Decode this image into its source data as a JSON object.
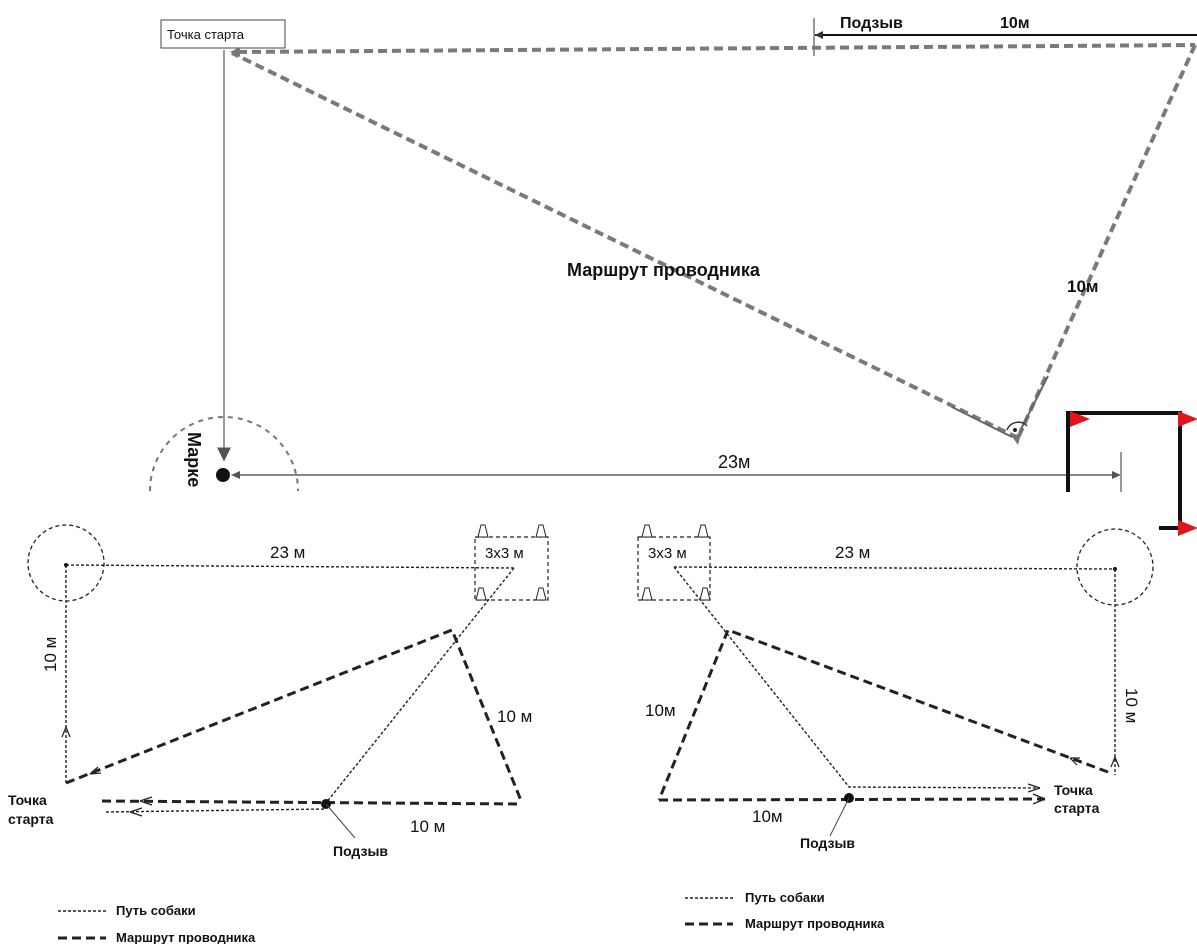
{
  "top": {
    "start_label": "Точка старта",
    "recall_label": "Подзыв",
    "distance_top": "10м",
    "handler_route_label": "Маршрут проводника",
    "distance_right": "10м",
    "distance_bottom": "23м",
    "marker_label": "Марке"
  },
  "left_diagram": {
    "distance_top": "23 м",
    "box_label": "3x3 м",
    "distance_left": "10 м",
    "distance_right": "10 м",
    "distance_bottom": "10 м",
    "start_label_line1": "Точка",
    "start_label_line2": "старта",
    "recall_label": "Подзыв"
  },
  "right_diagram": {
    "distance_top": "23 м",
    "box_label": "3x3 м",
    "distance_left": "10м",
    "distance_right": "10 м",
    "distance_bottom": "10м",
    "start_label_line1": "Точка",
    "start_label_line2": "старта",
    "recall_label": "Подзыв"
  },
  "legend_left": {
    "dog_path": "Путь собаки",
    "handler_route": "Маршрут проводника"
  },
  "legend_right": {
    "dog_path": "Путь собаки",
    "handler_route": "Маршрут проводника"
  },
  "colors": {
    "line": "#222222",
    "top_dash": "#7a7a7a",
    "flag": "#e0161b"
  }
}
